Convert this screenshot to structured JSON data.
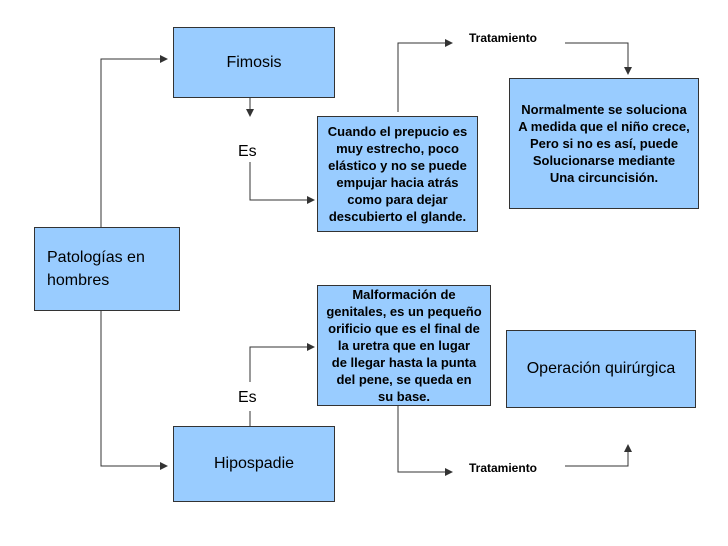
{
  "colors": {
    "box_fill": "#99ccff",
    "box_border": "#333333",
    "line": "#333333"
  },
  "nodes": {
    "fimosis": "Fimosis",
    "patologias": "Patologías en\nhombres",
    "hipospadie": "Hipospadie",
    "fimosis_def": "Cuando el prepucio es\nmuy estrecho, poco\nelástico y no se puede\nempujar hacia atrás\ncomo para dejar\ndescubierto el glande.",
    "fimosis_tratamiento": "Normalmente se soluciona\nA medida que el niño crece,\nPero si no es así, puede\nSolucionarse mediante\nUna circuncisión.",
    "hipospadie_def": "Malformación  de\ngenitales, es un pequeño\norificio que es el final de\nla uretra que en lugar\nde llegar hasta la punta\ndel pene, se queda en\nsu base.",
    "hipospadie_tratamiento": "Operación quirúrgica"
  },
  "labels": {
    "es_top": "Es",
    "es_bottom": "Es",
    "tratamiento_top": "Tratamiento",
    "tratamiento_bottom": "Tratamiento"
  }
}
